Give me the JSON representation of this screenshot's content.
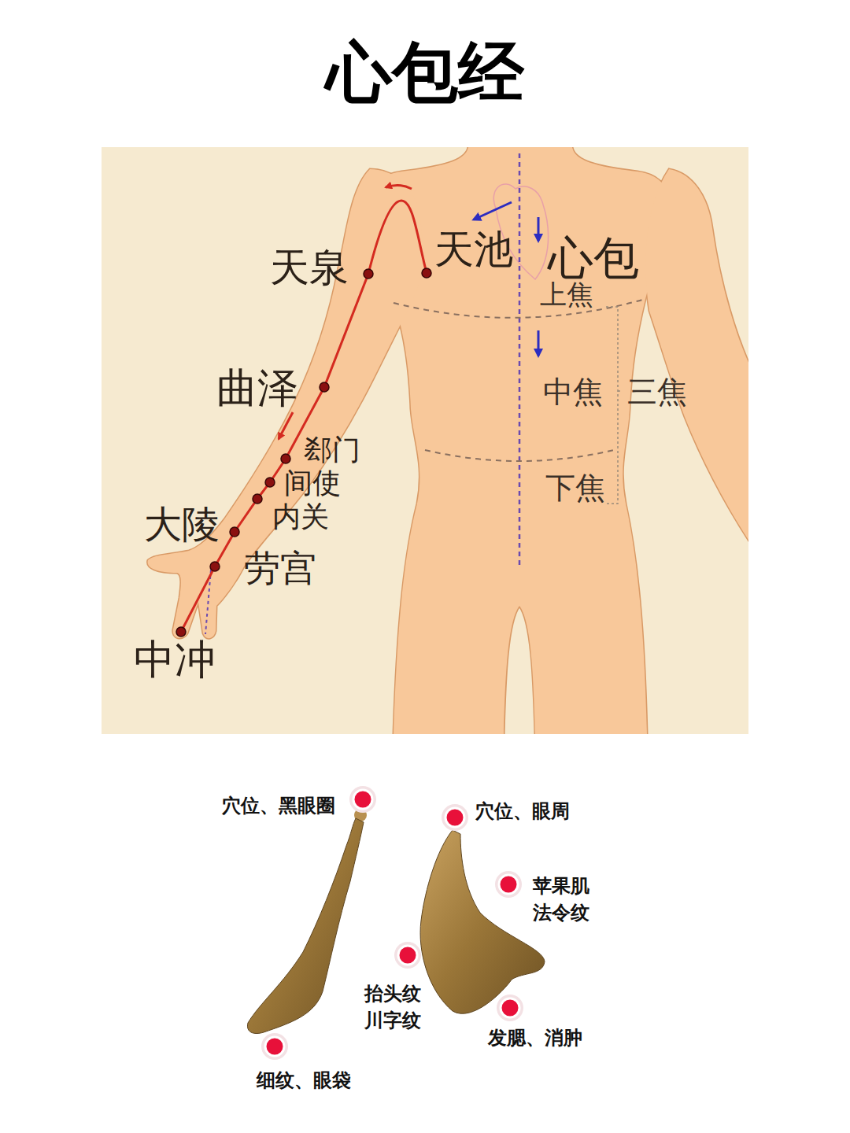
{
  "diagram": {
    "title": "心包经",
    "labels": [
      "天泉",
      "天池",
      "心包",
      "上焦",
      "曲泽",
      "中焦",
      "三焦",
      "郄门",
      "间使",
      "内关",
      "大陵",
      "下焦",
      "劳宫",
      "中冲",
      "穴位、黑眼圈",
      "穴位、眼周",
      "苹果肌 法令纹",
      "抬头纹 川字纹",
      "细纹、眼袋",
      "发腮、消肿"
    ]
  }
}
